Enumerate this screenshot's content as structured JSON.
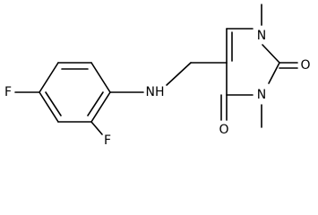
{
  "structure": {
    "atoms": {
      "f1": "F",
      "f2": "F",
      "nh": "NH",
      "n1": "N",
      "n3": "N",
      "o2": "O",
      "o4": "O"
    },
    "colors": {
      "ink": "#000000",
      "background": "#ffffff"
    }
  }
}
